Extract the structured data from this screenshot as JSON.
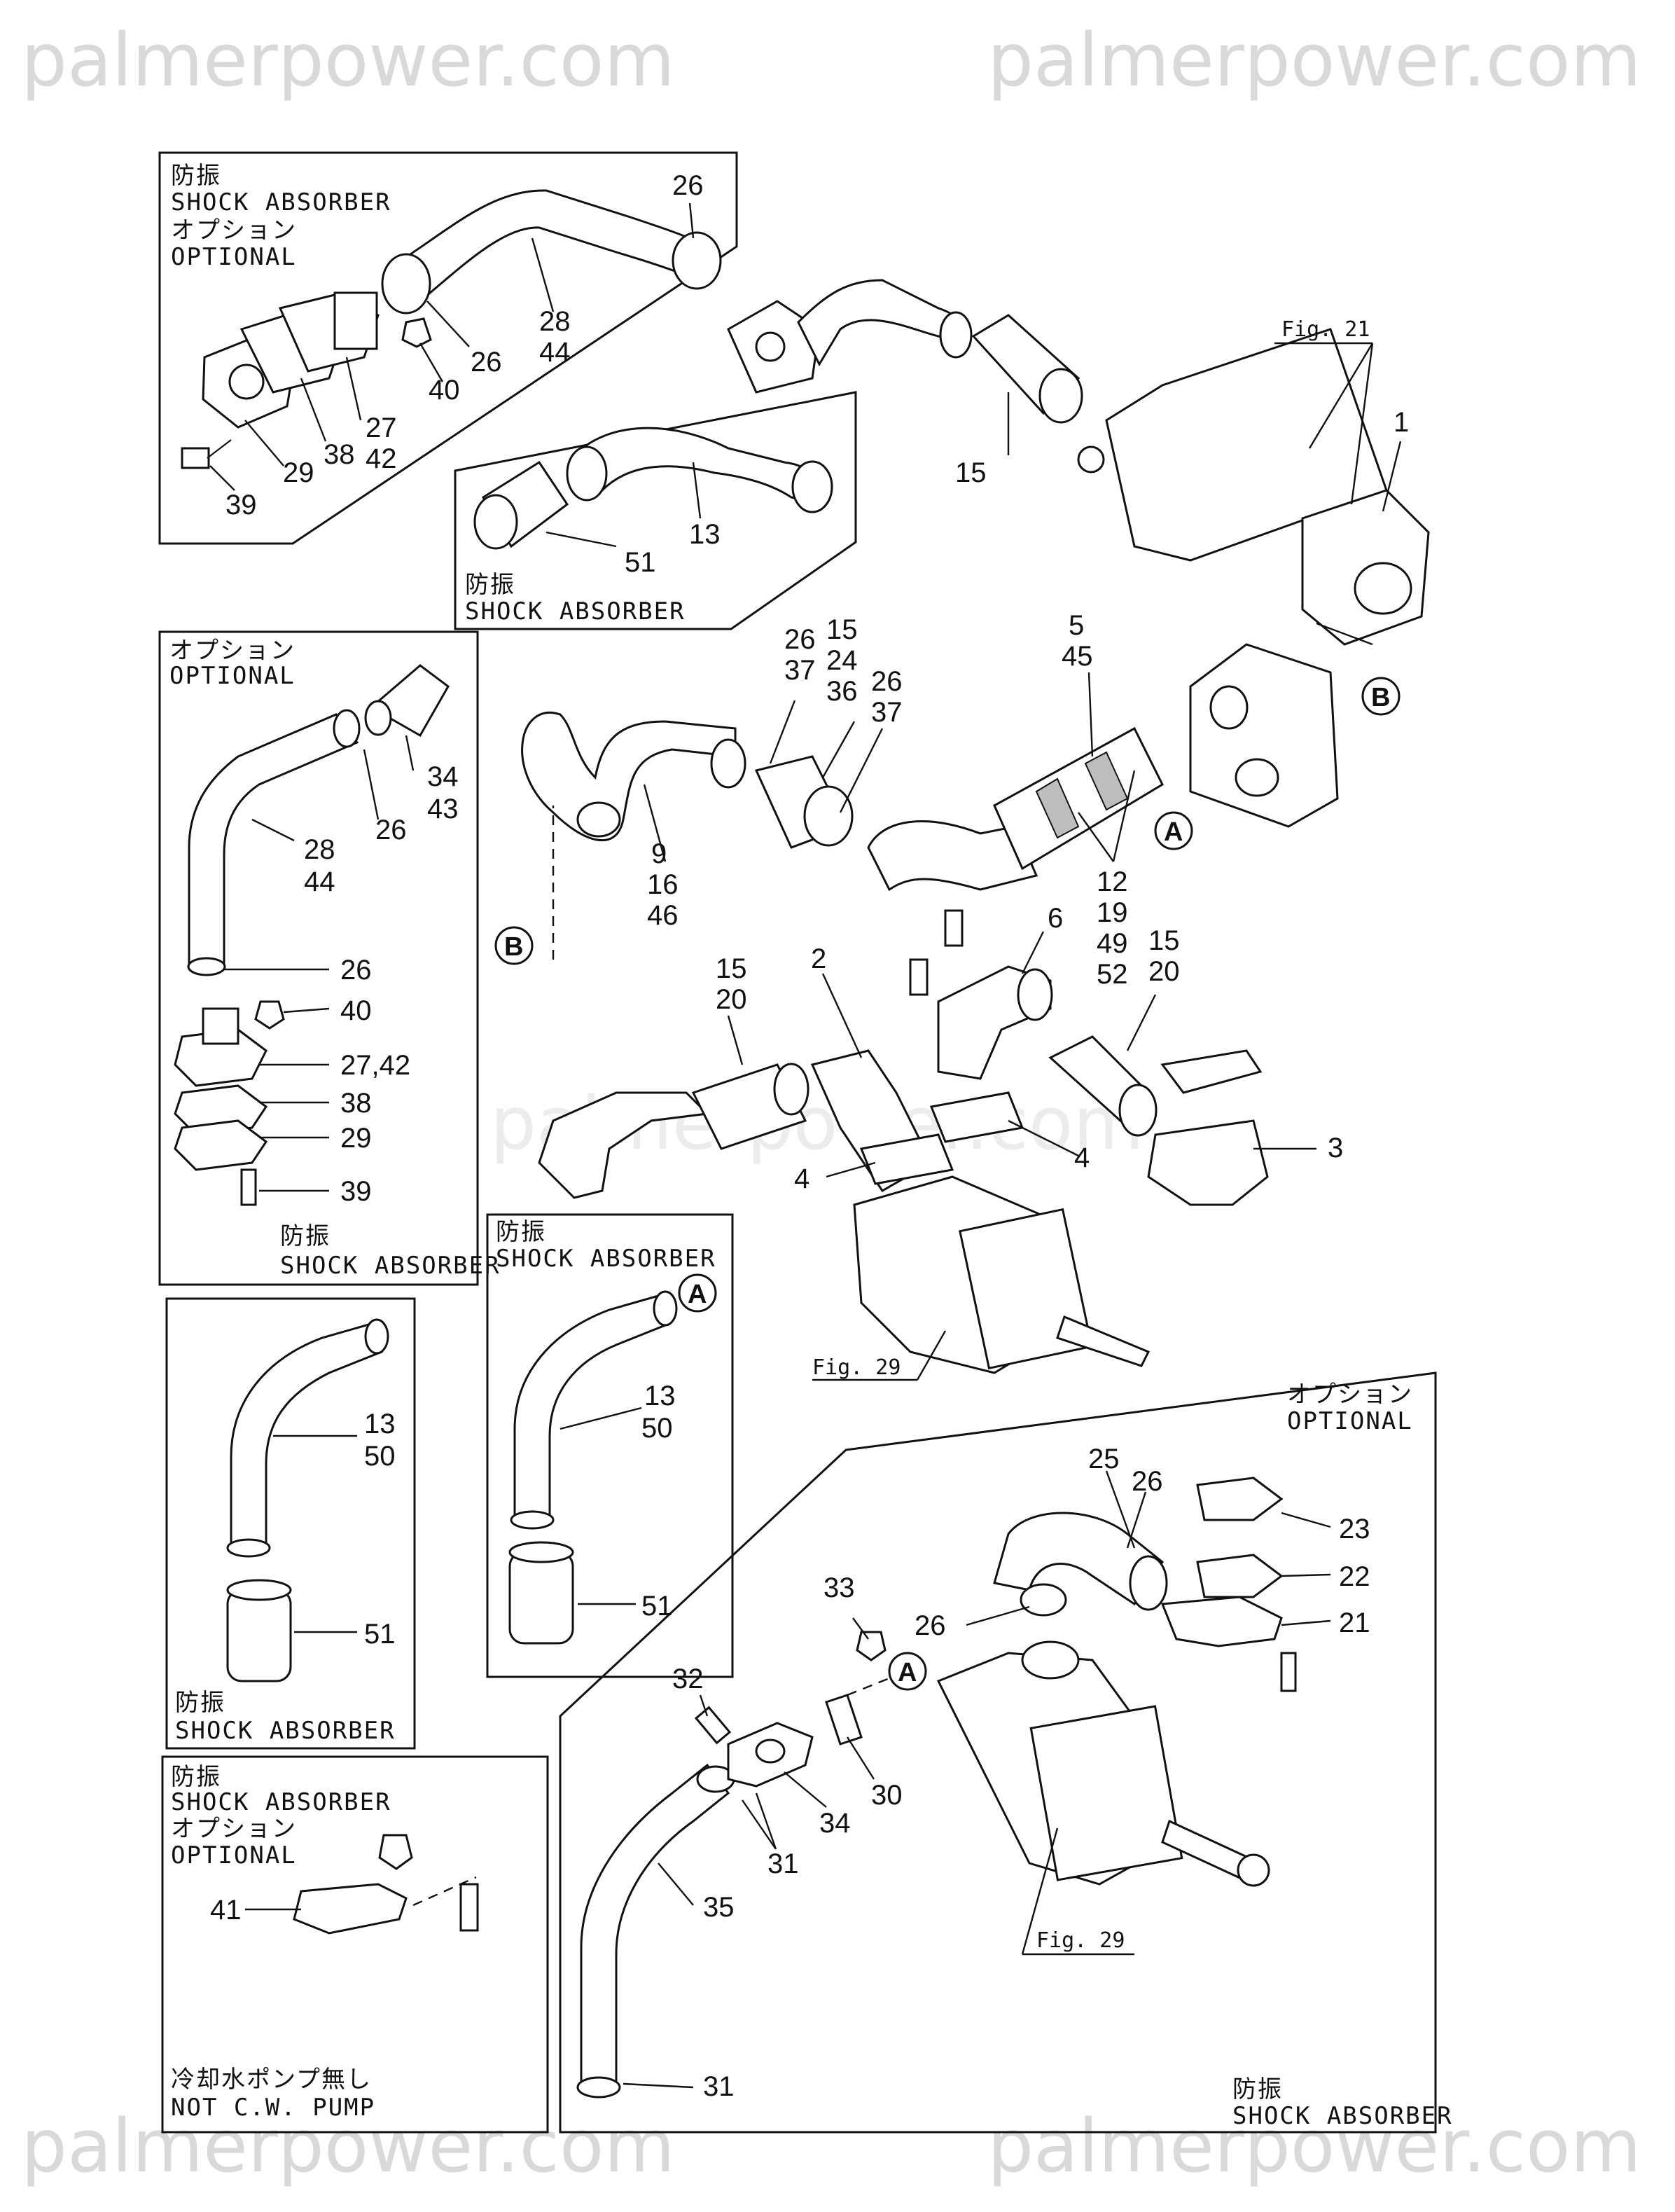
{
  "watermark": "palmerpower.com",
  "panels": {
    "shock_optional_top": {
      "line1": "防振",
      "line2": "SHOCK ABSORBER",
      "line3": "オプション",
      "line4": "OPTIONAL"
    },
    "shock_hose": {
      "line1": "防振",
      "line2": "SHOCK ABSORBER"
    },
    "optional_left": {
      "line1": "オプション",
      "line2": "OPTIONAL",
      "foot1": "防振",
      "foot2": "SHOCK ABSORBER"
    },
    "shock_left_mid": {
      "line1": "防振",
      "line2": "SHOCK ABSORBER"
    },
    "shock_center": {
      "line1": "防振",
      "line2": "SHOCK ABSORBER"
    },
    "not_cw_pump": {
      "line1": "防振",
      "line2": "SHOCK ABSORBER",
      "line3": "オプション",
      "line4": "OPTIONAL",
      "foot1": "冷却水ポンプ無し",
      "foot2": "NOT C.W. PUMP"
    },
    "optional_bottom_right": {
      "line1": "オプション",
      "line2": "OPTIONAL",
      "foot1": "防振",
      "foot2": "SHOCK ABSORBER"
    }
  },
  "figure_refs": {
    "fig21": "Fig. 21",
    "fig29_center": "Fig. 29",
    "fig29_bottom": "Fig. 29"
  },
  "callouts": {
    "a": "A",
    "b": "B"
  },
  "labels": {
    "p26_top": "26",
    "p28_44_top_a": "28",
    "p28_44_top_b": "44",
    "p26_top_b": "26",
    "p40_top": "40",
    "p27_top": "27",
    "p42_top": "42",
    "p38_top": "38",
    "p29_top": "29",
    "p39_top": "39",
    "p13_hose": "13",
    "p51_hose": "51",
    "p15_top": "15",
    "p1": "1",
    "p26_37_a1": "26",
    "p26_37_a2": "37",
    "p15_24_36_a": "15",
    "p15_24_36_b": "24",
    "p15_24_36_c": "36",
    "p26_37_b1": "26",
    "p26_37_b2": "37",
    "p5": "5",
    "p45": "45",
    "p9": "9",
    "p16": "16",
    "p46": "46",
    "p12": "12",
    "p19": "19",
    "p49": "49",
    "p52": "52",
    "p15_20_a1": "15",
    "p15_20_a2": "20",
    "p2": "2",
    "p6": "6",
    "p15_20_b1": "15",
    "p15_20_b2": "20",
    "p4_left": "4",
    "p4_right": "4",
    "p3": "3",
    "p34_left": "34",
    "p43_left": "43",
    "p26_left_a": "26",
    "p28_left": "28",
    "p44_left": "44",
    "p26_left_b": "26",
    "p40_left": "40",
    "p27_42_left": "27,42",
    "p38_left": "38",
    "p29_left": "29",
    "p39_left": "39",
    "p13_midleft": "13",
    "p50_midleft": "50",
    "p51_midleft": "51",
    "p13_center": "13",
    "p50_center": "50",
    "p51_center": "51",
    "p41": "41",
    "p25": "25",
    "p26_br_a": "26",
    "p23": "23",
    "p22": "22",
    "p21": "21",
    "p26_br_b": "26",
    "p33": "33",
    "p32": "32",
    "p30": "30",
    "p34_br": "34",
    "p31_a": "31",
    "p35": "35",
    "p31_b": "31"
  }
}
